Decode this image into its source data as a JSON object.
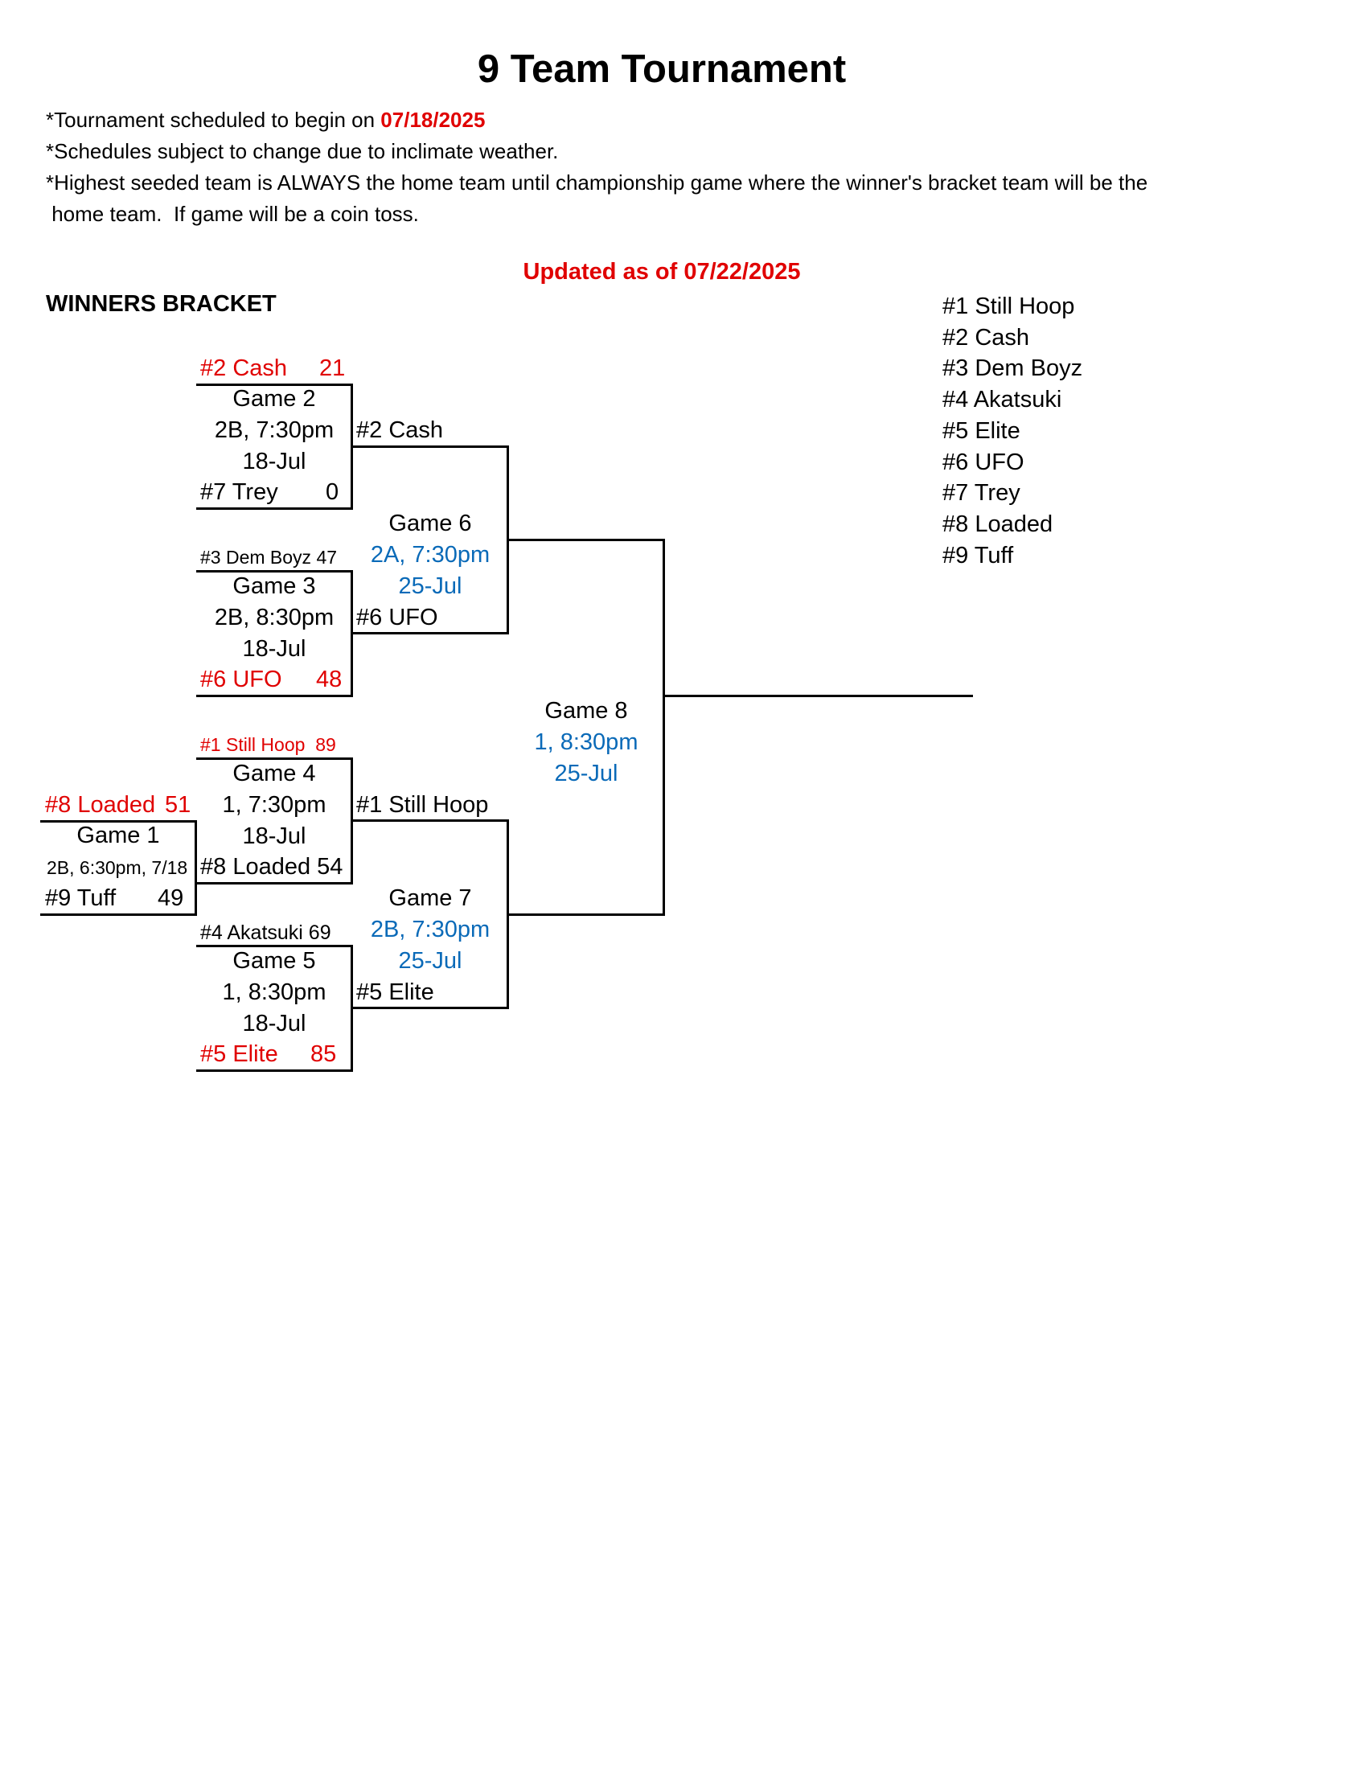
{
  "title": "9 Team Tournament",
  "notes": {
    "line1_prefix": "*Tournament scheduled to begin on ",
    "line1_date": "07/18/2025",
    "line2": "*Schedules subject to change due to inclimate weather.",
    "line3": "*Highest seeded team is ALWAYS the home team until championship game where the winner's bracket team will be the",
    "line4": " home team.  If game will be a coin toss."
  },
  "updated": "Updated as of 07/22/2025",
  "bracket_label": "WINNERS BRACKET",
  "seeds": [
    "#1 Still Hoop",
    "#2 Cash",
    "#3 Dem Boyz",
    "#4 Akatsuki",
    "#5 Elite",
    "#6 UFO",
    "#7 Trey",
    "#8 Loaded",
    "#9 Tuff"
  ],
  "game1": {
    "top_team": "#8 Loaded",
    "top_score": "51",
    "name": "Game 1",
    "info": "2B, 6:30pm, 7/18",
    "bottom_team": "#9 Tuff",
    "bottom_score": "49"
  },
  "game2": {
    "top_team": "#2 Cash",
    "top_score": "21",
    "name": "Game 2",
    "court_time": "2B, 7:30pm",
    "date": "18-Jul",
    "bottom_team": "#7 Trey",
    "bottom_score": "0"
  },
  "game3": {
    "top": "#3 Dem Boyz 47",
    "name": "Game 3",
    "court_time": "2B, 8:30pm",
    "date": "18-Jul",
    "bottom_team": "#6 UFO",
    "bottom_score": "48"
  },
  "game4": {
    "top": "#1 Still Hoop  89",
    "name": "Game 4",
    "court_time": "1, 7:30pm",
    "date": "18-Jul",
    "bottom": "#8 Loaded 54"
  },
  "game5": {
    "top": "#4 Akatsuki 69",
    "name": "Game 5",
    "court_time": "1, 8:30pm",
    "date": "18-Jul",
    "bottom_team": "#5 Elite",
    "bottom_score": "85"
  },
  "game6": {
    "top_team": "#2 Cash",
    "name": "Game 6",
    "court_time": "2A, 7:30pm",
    "date": "25-Jul",
    "bottom_team": "#6 UFO"
  },
  "game7": {
    "top_team": "#1 Still Hoop",
    "name": "Game 7",
    "court_time": "2B, 7:30pm",
    "date": "25-Jul",
    "bottom_team": "#5 Elite"
  },
  "game8": {
    "name": "Game 8",
    "court_time": "1, 8:30pm",
    "date": "25-Jul"
  }
}
